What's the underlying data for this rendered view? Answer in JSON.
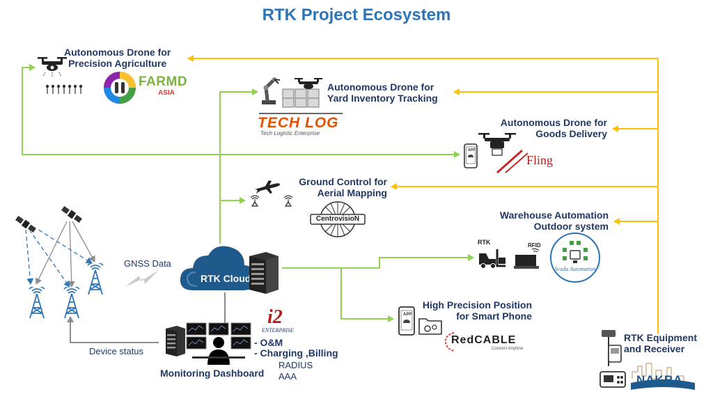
{
  "title": "RTK Project Ecosystem",
  "nodes": {
    "drone_agri": [
      "Autonomous Drone for",
      "Precision Agriculture"
    ],
    "drone_yard": [
      "Autonomous Drone for",
      "Yard Inventory Tracking"
    ],
    "drone_goods": [
      "Autonomous Drone for",
      "Goods Delivery"
    ],
    "ground_control": [
      "Ground Control for",
      "Aerial Mapping"
    ],
    "warehouse": [
      "Warehouse Automation",
      "Outdoor system"
    ],
    "smart_phone": [
      "High Precision Position",
      "for Smart Phone"
    ],
    "rtk_equipment": [
      "RTK Equipment",
      "and Receiver"
    ],
    "rtk_cloud": "RTK Cloud",
    "gnss_data": "GNSS Data",
    "device_status": "Device status",
    "monitoring": "Monitoring Dashboard"
  },
  "dashboard_items": [
    "- O&M",
    "- Charging ,Billing"
  ],
  "dashboard_subitems": [
    "RADIUS",
    "AAA"
  ],
  "logos": {
    "farmd": "FARMD",
    "farmd_sub": "ASIA",
    "techlog": "TECH LOG",
    "techlog_sub": "Tech Logistic Enterprise",
    "fling": "Fling",
    "centrovision": "CentrovisioN",
    "scada": "Scada Automation",
    "redcable": "RedCABLE",
    "redcable_sub": "Connect Anytime",
    "nakra": "NAKRA",
    "i2": "i2",
    "i2_sub": "ENTERPRISE"
  },
  "badges": {
    "rtk": "RTK",
    "rfid": "RFID",
    "app": "APP"
  },
  "colors": {
    "title": "#2e75b6",
    "label": "#1f3864",
    "green_line": "#92d050",
    "orange_line": "#ffc000",
    "grey_line": "#8c8c8c",
    "tower": "#2e75b6",
    "cloud": "#1f5a8c"
  }
}
